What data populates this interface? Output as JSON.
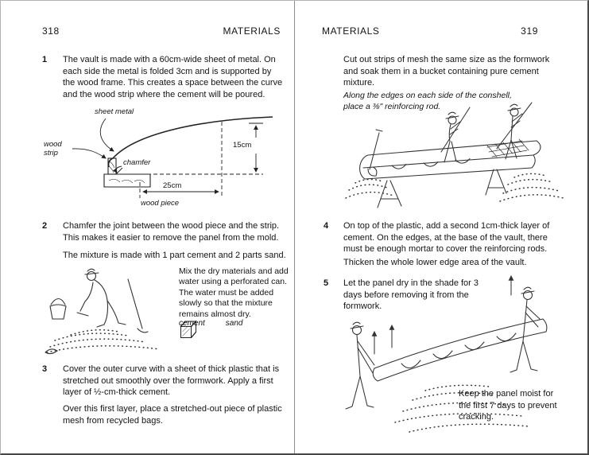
{
  "page_left": {
    "number": "318",
    "header": "MATERIALS",
    "step1": {
      "num": "1",
      "text": "The vault is made with a 60cm-wide sheet of metal. On each side the metal is folded 3cm and is supported by the wood frame. This creates a space between the curve and the wood strip where the cement will be poured."
    },
    "diagram": {
      "sheet_metal": "sheet metal",
      "wood_strip": "wood strip",
      "chamfer": "chamfer",
      "height": "15cm",
      "width": "25cm",
      "wood_piece": "wood piece"
    },
    "step2": {
      "num": "2",
      "text": "Chamfer the joint between the wood piece and the strip. This makes it easier to remove the panel from the mold.",
      "mixture": "The mixture is made with 1 part cement and 2 parts sand.",
      "note": "Mix the dry materials and add water using a perforated can. The water must be added slowly so that the mixture remains almost dry."
    },
    "materials": {
      "cement": "cement",
      "sand": "sand"
    },
    "step3": {
      "num": "3",
      "text": "Cover the outer curve with a sheet of thick plastic that is stretched out smoothly over the formwork. Apply a first layer of ½-cm-thick cement.",
      "text2": "Over this first layer, place a stretched-out piece of plastic mesh from recycled bags."
    }
  },
  "page_right": {
    "header": "MATERIALS",
    "number": "319",
    "intro": "Cut out strips of mesh the same size as the formwork and soak them in a bucket containing pure cement mixture.",
    "caption": "Along the edges on each side of the conshell, place a ⅜\" reinforcing rod.",
    "step4": {
      "num": "4",
      "text": "On top of the plastic, add a second 1cm-thick layer of cement. On the edges, at the base of the vault, there must be enough mortar to cover the reinforcing rods.",
      "text2": "Thicken the whole lower edge area of the vault."
    },
    "step5": {
      "num": "5",
      "text": "Let the panel dry in the shade for 3 days before removing it from the formwork.",
      "note": "Keep the panel moist for the first 7 days to prevent cracking."
    }
  }
}
